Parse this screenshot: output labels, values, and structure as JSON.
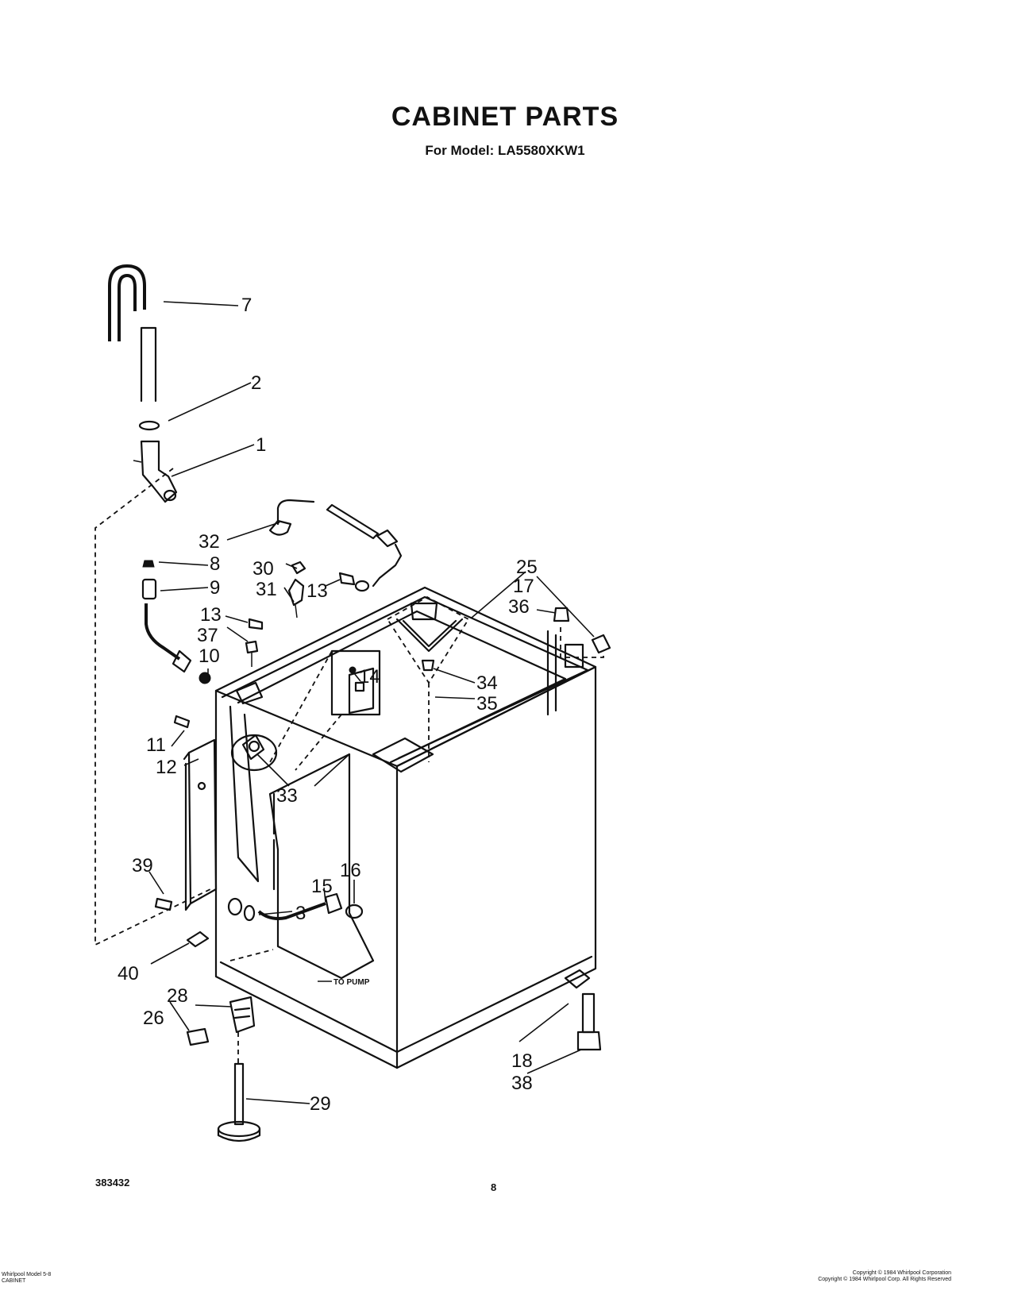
{
  "header": {
    "title": "CABINET PARTS",
    "model_line": "For Model: LA5580XKW1"
  },
  "diagram": {
    "callouts": [
      "7",
      "2",
      "1",
      "32",
      "8",
      "9",
      "30",
      "31",
      "13",
      "13",
      "37",
      "10",
      "25",
      "17",
      "36",
      "14",
      "34",
      "35",
      "11",
      "12",
      "33",
      "33",
      "39",
      "16",
      "15",
      "3",
      "40",
      "28",
      "26",
      "18",
      "38",
      "29"
    ],
    "to_pump_label": "TO PUMP"
  },
  "footer": {
    "doc_number": "383432",
    "page_number": "8",
    "fine_print_left": [
      "Whirlpool Model 5-8",
      "CABINET"
    ],
    "fine_print_right": [
      "Copyright © 1984 Whirlpool Corporation",
      "Copyright © 1984 Whirlpool Corp. All Rights Reserved"
    ]
  }
}
